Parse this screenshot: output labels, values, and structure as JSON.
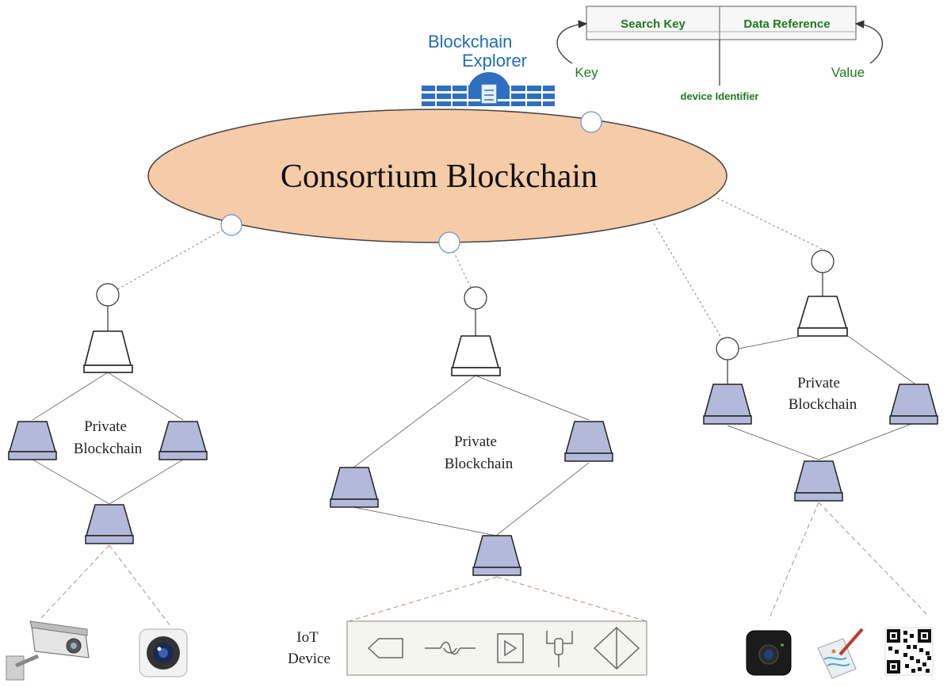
{
  "table": {
    "search_key": "Search Key",
    "data_reference": "Data Reference",
    "key_label": "Key",
    "value_label": "Value",
    "device_identifier": "device Identifier"
  },
  "explorer": {
    "line1": "Blockchain",
    "line2": "Explorer"
  },
  "consortium": {
    "label": "Consortium Blockchain"
  },
  "private_left": {
    "line1": "Private",
    "line2": "Blockchain"
  },
  "private_middle": {
    "line1": "Private",
    "line2": "Blockchain"
  },
  "private_right": {
    "line1": "Private",
    "line2": "Blockchain"
  },
  "iot": {
    "line1": "IoT",
    "line2": "Device"
  },
  "icons": {
    "left": [
      "security-camera-icon",
      "camera-lens-icon"
    ],
    "middle": [
      "tag-sensor-icon",
      "coupler-sensor-icon",
      "play-actuator-icon",
      "probe-sensor-icon",
      "valve-icon"
    ],
    "right": [
      "dark-camera-icon",
      "rfid-tag-icon",
      "qr-code-icon"
    ]
  },
  "colors": {
    "consortium_fill": "#f5cba8",
    "node_fill": "#b3b9db",
    "node_stroke": "#2b2b2b",
    "label_green": "#1e7a1e",
    "explorer_blue": "#1f6fb2"
  }
}
